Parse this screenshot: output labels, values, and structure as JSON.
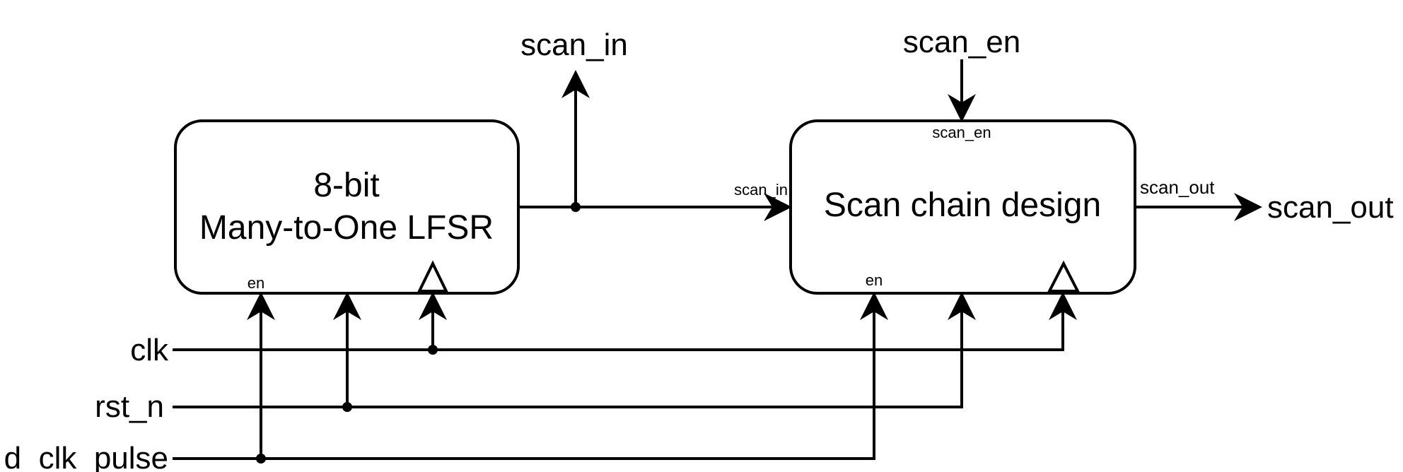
{
  "blocks": {
    "lfsr": {
      "line1": "8-bit",
      "line2": "Many-to-One LFSR",
      "en_pin": "en"
    },
    "scan_chain": {
      "title": "Scan chain design",
      "en_pin": "en",
      "scan_en_pin": "scan_en",
      "scan_in_pin": "scan_in",
      "scan_out_pin": "scan_out"
    }
  },
  "signals": {
    "scan_in": "scan_in",
    "scan_en": "scan_en",
    "scan_out": "scan_out",
    "clk": "clk",
    "rst_n": "rst_n",
    "d_clk_pulse": "d_clk_pulse"
  }
}
